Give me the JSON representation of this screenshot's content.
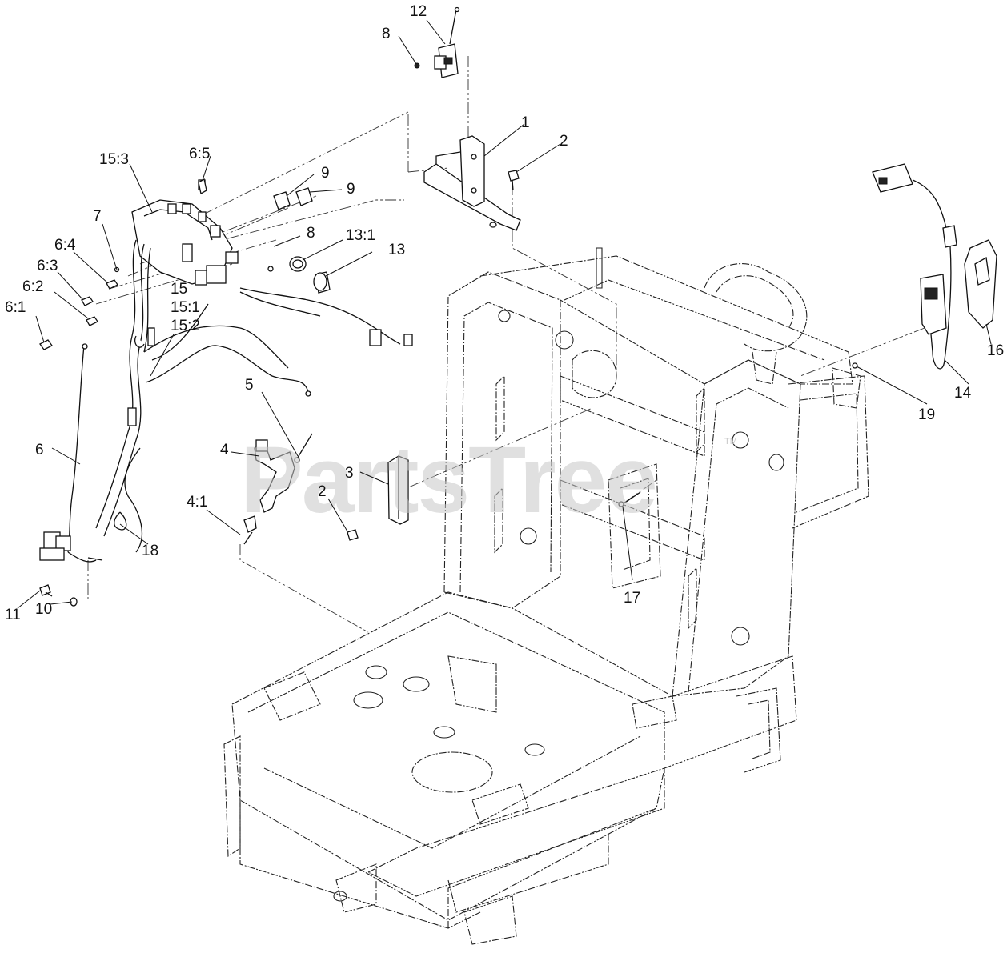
{
  "watermark": {
    "brand": "PartsTree",
    "trademark": "TM"
  },
  "callouts": [
    {
      "id": "c-12",
      "text": "12"
    },
    {
      "id": "c-8a",
      "text": "8"
    },
    {
      "id": "c-1",
      "text": "1"
    },
    {
      "id": "c-2a",
      "text": "2"
    },
    {
      "id": "c-15-3",
      "text": "15:3"
    },
    {
      "id": "c-6-5",
      "text": "6:5"
    },
    {
      "id": "c-9a",
      "text": "9"
    },
    {
      "id": "c-9b",
      "text": "9"
    },
    {
      "id": "c-7",
      "text": "7"
    },
    {
      "id": "c-8b",
      "text": "8"
    },
    {
      "id": "c-13-1",
      "text": "13:1"
    },
    {
      "id": "c-13",
      "text": "13"
    },
    {
      "id": "c-6-4",
      "text": "6:4"
    },
    {
      "id": "c-6-3",
      "text": "6:3"
    },
    {
      "id": "c-15",
      "text": "15"
    },
    {
      "id": "c-15-1",
      "text": "15:1"
    },
    {
      "id": "c-6-2",
      "text": "6:2"
    },
    {
      "id": "c-15-2",
      "text": "15:2"
    },
    {
      "id": "c-6-1",
      "text": "6:1"
    },
    {
      "id": "c-5",
      "text": "5"
    },
    {
      "id": "c-6",
      "text": "6"
    },
    {
      "id": "c-4",
      "text": "4"
    },
    {
      "id": "c-3",
      "text": "3"
    },
    {
      "id": "c-2b",
      "text": "2"
    },
    {
      "id": "c-4-1",
      "text": "4:1"
    },
    {
      "id": "c-18",
      "text": "18"
    },
    {
      "id": "c-17",
      "text": "17"
    },
    {
      "id": "c-11",
      "text": "11"
    },
    {
      "id": "c-10",
      "text": "10"
    },
    {
      "id": "c-14",
      "text": "14"
    },
    {
      "id": "c-16",
      "text": "16"
    },
    {
      "id": "c-19",
      "text": "19"
    }
  ]
}
